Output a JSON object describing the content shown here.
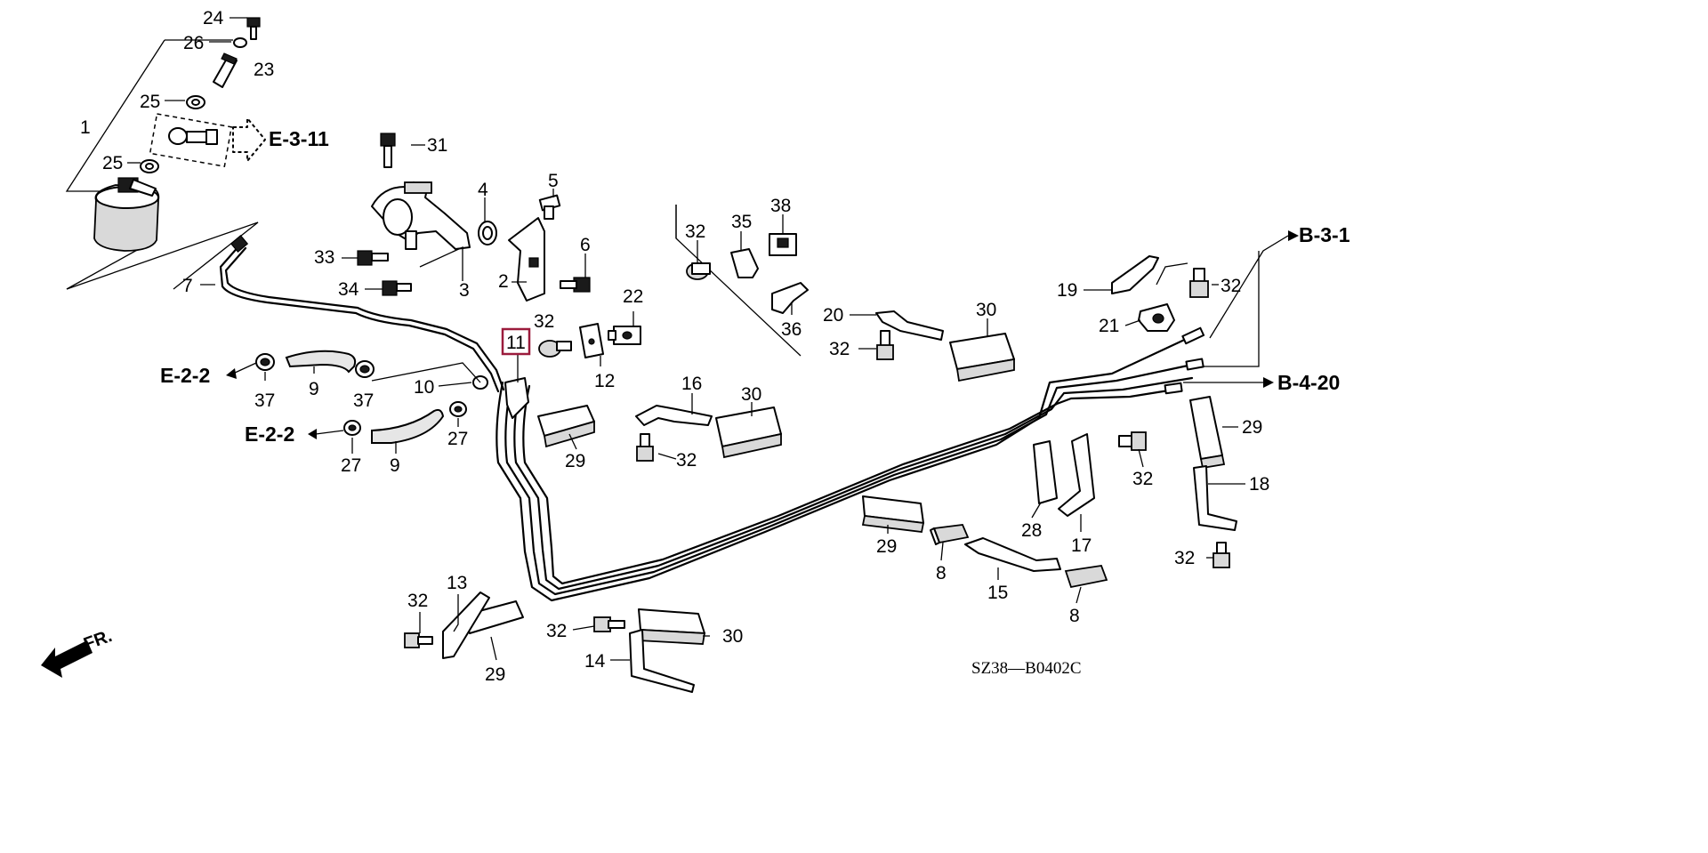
{
  "labels": [
    {
      "id": "24",
      "text": "24"
    },
    {
      "id": "26",
      "text": "26"
    },
    {
      "id": "23",
      "text": "23"
    },
    {
      "id": "25a",
      "text": "25"
    },
    {
      "id": "1",
      "text": "1"
    },
    {
      "id": "25b",
      "text": "25"
    },
    {
      "id": "31",
      "text": "31"
    },
    {
      "id": "4",
      "text": "4"
    },
    {
      "id": "5",
      "text": "5"
    },
    {
      "id": "6",
      "text": "6"
    },
    {
      "id": "33",
      "text": "33"
    },
    {
      "id": "34",
      "text": "34"
    },
    {
      "id": "3",
      "text": "3"
    },
    {
      "id": "2",
      "text": "2"
    },
    {
      "id": "7",
      "text": "7"
    },
    {
      "id": "32a",
      "text": "32"
    },
    {
      "id": "22",
      "text": "22"
    },
    {
      "id": "12",
      "text": "12"
    },
    {
      "id": "11",
      "text": "11"
    },
    {
      "id": "9a",
      "text": "9"
    },
    {
      "id": "37a",
      "text": "37"
    },
    {
      "id": "37b",
      "text": "37"
    },
    {
      "id": "10",
      "text": "10"
    },
    {
      "id": "27a",
      "text": "27"
    },
    {
      "id": "27b",
      "text": "27"
    },
    {
      "id": "9b",
      "text": "9"
    },
    {
      "id": "29a",
      "text": "29"
    },
    {
      "id": "16",
      "text": "16"
    },
    {
      "id": "30a",
      "text": "30"
    },
    {
      "id": "32b",
      "text": "32"
    },
    {
      "id": "32c",
      "text": "32"
    },
    {
      "id": "35",
      "text": "35"
    },
    {
      "id": "38",
      "text": "38"
    },
    {
      "id": "36",
      "text": "36"
    },
    {
      "id": "20",
      "text": "20"
    },
    {
      "id": "30b",
      "text": "30"
    },
    {
      "id": "32d",
      "text": "32"
    },
    {
      "id": "19",
      "text": "19"
    },
    {
      "id": "32e",
      "text": "32"
    },
    {
      "id": "21",
      "text": "21"
    },
    {
      "id": "29b",
      "text": "29"
    },
    {
      "id": "32f",
      "text": "32"
    },
    {
      "id": "18",
      "text": "18"
    },
    {
      "id": "28",
      "text": "28"
    },
    {
      "id": "17",
      "text": "17"
    },
    {
      "id": "29c",
      "text": "29"
    },
    {
      "id": "8a",
      "text": "8"
    },
    {
      "id": "15",
      "text": "15"
    },
    {
      "id": "8b",
      "text": "8"
    },
    {
      "id": "32g",
      "text": "32"
    },
    {
      "id": "13",
      "text": "13"
    },
    {
      "id": "32h",
      "text": "32"
    },
    {
      "id": "29d",
      "text": "29"
    },
    {
      "id": "32i",
      "text": "32"
    },
    {
      "id": "30c",
      "text": "30"
    },
    {
      "id": "14",
      "text": "14"
    }
  ],
  "references": [
    {
      "id": "e311",
      "text": "E-3-11"
    },
    {
      "id": "e22a",
      "text": "E-2-2"
    },
    {
      "id": "e22b",
      "text": "E-2-2"
    },
    {
      "id": "b31",
      "text": "B-3-1"
    },
    {
      "id": "b420",
      "text": "B-4-20"
    }
  ],
  "front_marker": "FR.",
  "diagram_code": "SZ38—B0402C",
  "highlight": {
    "label": "11",
    "color": "#9b1b3c"
  }
}
